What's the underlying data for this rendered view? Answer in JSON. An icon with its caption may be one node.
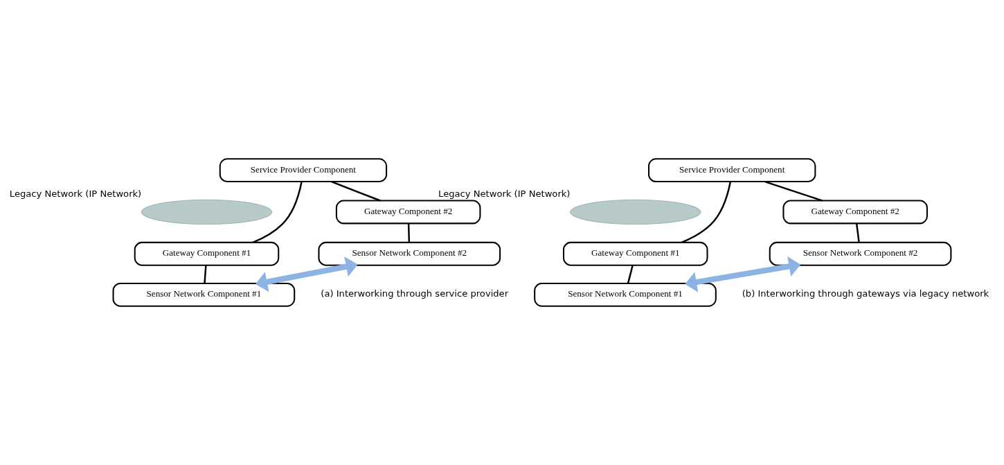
{
  "diagram": {
    "nodes": [
      {
        "text": [
          "Service Provider Component"
        ]
      },
      {
        "text": [],
        "shape": "cloud",
        "beside": [
          "Legacy Network (IP Network)"
        ]
      },
      {
        "text": [
          "Gateway Component #1"
        ]
      },
      {
        "text": [
          "Gateway Component #2"
        ]
      },
      {
        "text": [
          "Sensor Network Component #1"
        ]
      },
      {
        "text": [
          "Sensor Network Component #2"
        ]
      },
      {
        "text": [
          "Service Provider Component"
        ]
      },
      {
        "text": [],
        "shape": "cloud",
        "beside": [
          "Legacy Network (IP Network)"
        ]
      },
      {
        "text": [
          "Gateway Component #1"
        ]
      },
      {
        "text": [
          "Gateway Component #2"
        ]
      },
      {
        "text": [
          "Sensor Network Component #1"
        ]
      },
      {
        "text": [
          "Sensor Network Component #2"
        ]
      }
    ],
    "edges": [
      {
        "from": 0,
        "to": 2,
        "arrow": "none"
      },
      {
        "from": 0,
        "to": 3,
        "arrow": "none"
      },
      {
        "from": 2,
        "to": 4,
        "arrow": "none"
      },
      {
        "from": 3,
        "to": 5,
        "arrow": "none"
      },
      {
        "from": 4,
        "to": 5,
        "arrow": "both",
        "style": "thick",
        "color": "#8db3e2"
      },
      {
        "from": 6,
        "to": 8,
        "arrow": "none"
      },
      {
        "from": 6,
        "to": 9,
        "arrow": "none"
      },
      {
        "from": 8,
        "to": 10,
        "arrow": "none"
      },
      {
        "from": 9,
        "to": 11,
        "arrow": "none"
      },
      {
        "from": 10,
        "to": 11,
        "arrow": "both",
        "style": "thick",
        "color": "#8db3e2"
      }
    ],
    "labels": [
      "(a) Interworking through service provider",
      "(b) Interworking through gateways via legacy network"
    ]
  }
}
